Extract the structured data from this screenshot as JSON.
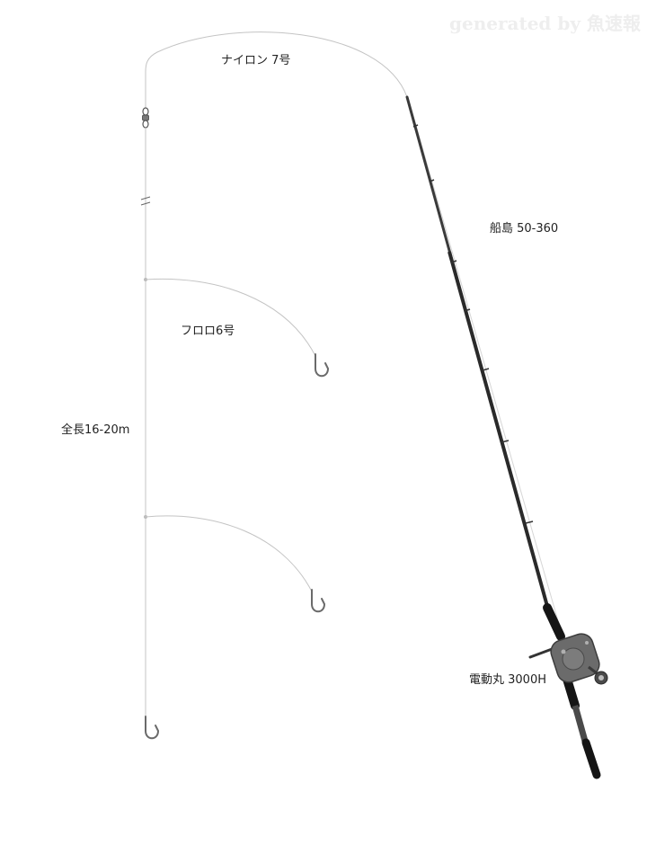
{
  "watermark": "generated by 魚速報",
  "labels": {
    "mainline": "ナイロン 7号",
    "rod": "船島 50-360",
    "branch": "フロロ6号",
    "total_length": "全長16-20m",
    "reel": "電動丸 3000H"
  },
  "colors": {
    "line": "#c4c4c4",
    "rod_blank": "#3a3a3a",
    "grip": "#151515",
    "reel_body": "#6b6b6b",
    "hook": "#6a6a6a",
    "text": "#222222"
  }
}
